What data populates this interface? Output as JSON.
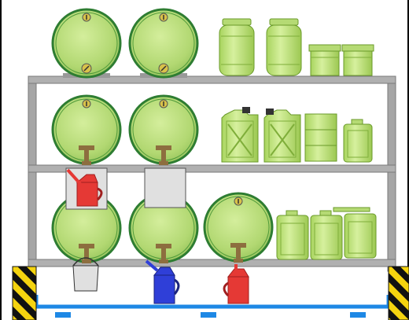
{
  "scene": {
    "icon": "drum-storage-shelf-icon",
    "colors": {
      "shelf_frame": "#9e9e9e",
      "shelf_frame_dark": "#7a7a7a",
      "drum_fill": "#b8dc7a",
      "drum_rim": "#2e7d32",
      "container_fill": "#c2e084",
      "container_stroke": "#6a9a2a",
      "tap": "#8d6e3f",
      "drip_tray": "#1e88e5",
      "hazard_yellow": "#f5d40f",
      "hazard_black": "#111111",
      "red_can": "#e53935",
      "blue_can": "#2f3fd8",
      "bucket": "#e0e0e0",
      "wall": "#000000"
    },
    "levels": [
      {
        "name": "top-shelf",
        "items": [
          "drum",
          "drum",
          "tall-jar",
          "tall-jar",
          "pail",
          "pail"
        ]
      },
      {
        "name": "middle-shelf",
        "items": [
          "drum-with-tap",
          "drum-with-tap",
          "jerrycan",
          "jerrycan",
          "stacked-buckets",
          "canister"
        ]
      },
      {
        "name": "bottom-shelf",
        "items": [
          "drum-with-tap",
          "drum-with-tap",
          "drum-with-tap",
          "canister",
          "canister",
          "canister"
        ]
      }
    ],
    "dispensers": [
      "red-oil-can",
      "grey-tray",
      "grey-bucket",
      "blue-oil-can",
      "red-oil-can"
    ]
  }
}
